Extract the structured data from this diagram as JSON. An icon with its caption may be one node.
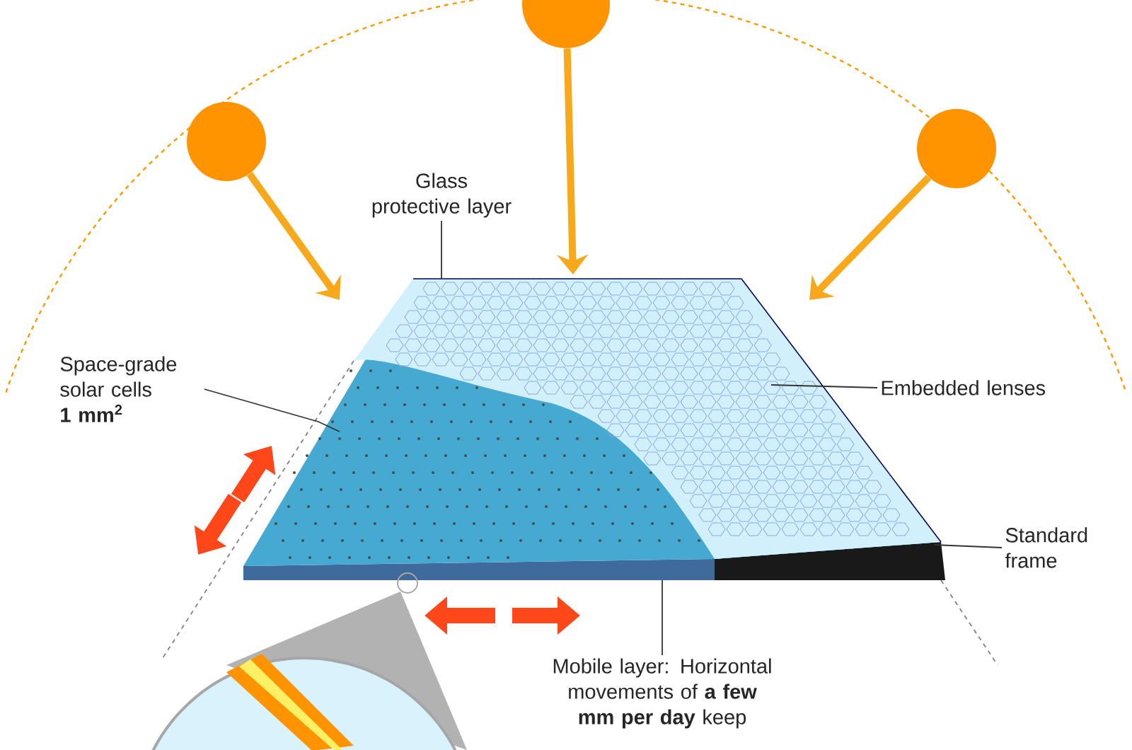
{
  "diagram": {
    "nodes": [
      {
        "text": [
          "Glass protective layer"
        ]
      },
      {
        "text": [
          "Space-grade solar cells",
          "1 mm$^{2}$"
        ]
      },
      {
        "text": [
          "Embedded lenses"
        ]
      },
      {
        "text": [
          "Standard frame"
        ]
      },
      {
        "text": [
          "Mobile layer: Horizontal movements of **a few mm per day** keep"
        ]
      },
      {
        "text": [],
        "shape": "circle"
      },
      {
        "text": [],
        "shape": "circle"
      },
      {
        "text": [],
        "shape": "circle"
      },
      {
        "text": [],
        "shape": "picture"
      }
    ],
    "edges": [
      {
        "from": 5,
        "to": 8,
        "arrow": "to",
        "style": "thick",
        "color": "#f7a81b"
      },
      {
        "from": 6,
        "to": 8,
        "arrow": "to",
        "style": "thick",
        "color": "#f7a81b"
      },
      {
        "from": 7,
        "to": 8,
        "arrow": "to",
        "style": "thick",
        "color": "#f7a81b"
      },
      {
        "from": 0,
        "to": 8,
        "arrow": "none"
      },
      {
        "from": 1,
        "to": 8,
        "arrow": "none"
      },
      {
        "from": 2,
        "to": 8,
        "arrow": "none"
      },
      {
        "from": 3,
        "to": 8,
        "arrow": "none"
      },
      {
        "from": 4,
        "to": 8,
        "arrow": "none"
      }
    ]
  }
}
